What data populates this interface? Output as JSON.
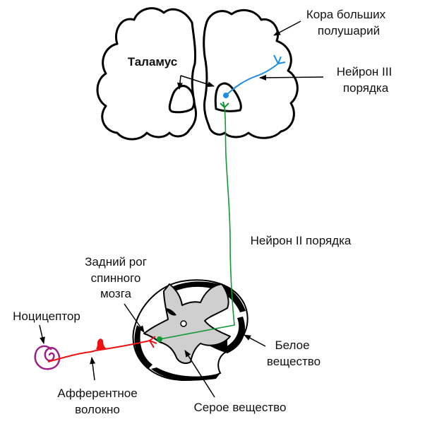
{
  "labels": {
    "cortex_line1": "Кора больших",
    "cortex_line2": "полушарий",
    "thalamus": "Таламус",
    "neuron3_line1": "Нейрон III",
    "neuron3_line2": "порядка",
    "neuron2": "Нейрон II порядка",
    "dorsal_horn_line1": "Задний рог",
    "dorsal_horn_line2": "спинного",
    "dorsal_horn_line3": "мозга",
    "nociceptor": "Ноцицептор",
    "afferent_line1": "Афферентное",
    "afferent_line2": "волокно",
    "white_matter_line1": "Белое",
    "white_matter_line2": "вещество",
    "gray_matter": "Серое вещество"
  },
  "colors": {
    "outline": "#000000",
    "gray_matter": "#cfcfcf",
    "neuron1": "#ee1111",
    "neuron2": "#119933",
    "neuron3": "#1e8fe0",
    "nociceptor": "#a0208a"
  }
}
